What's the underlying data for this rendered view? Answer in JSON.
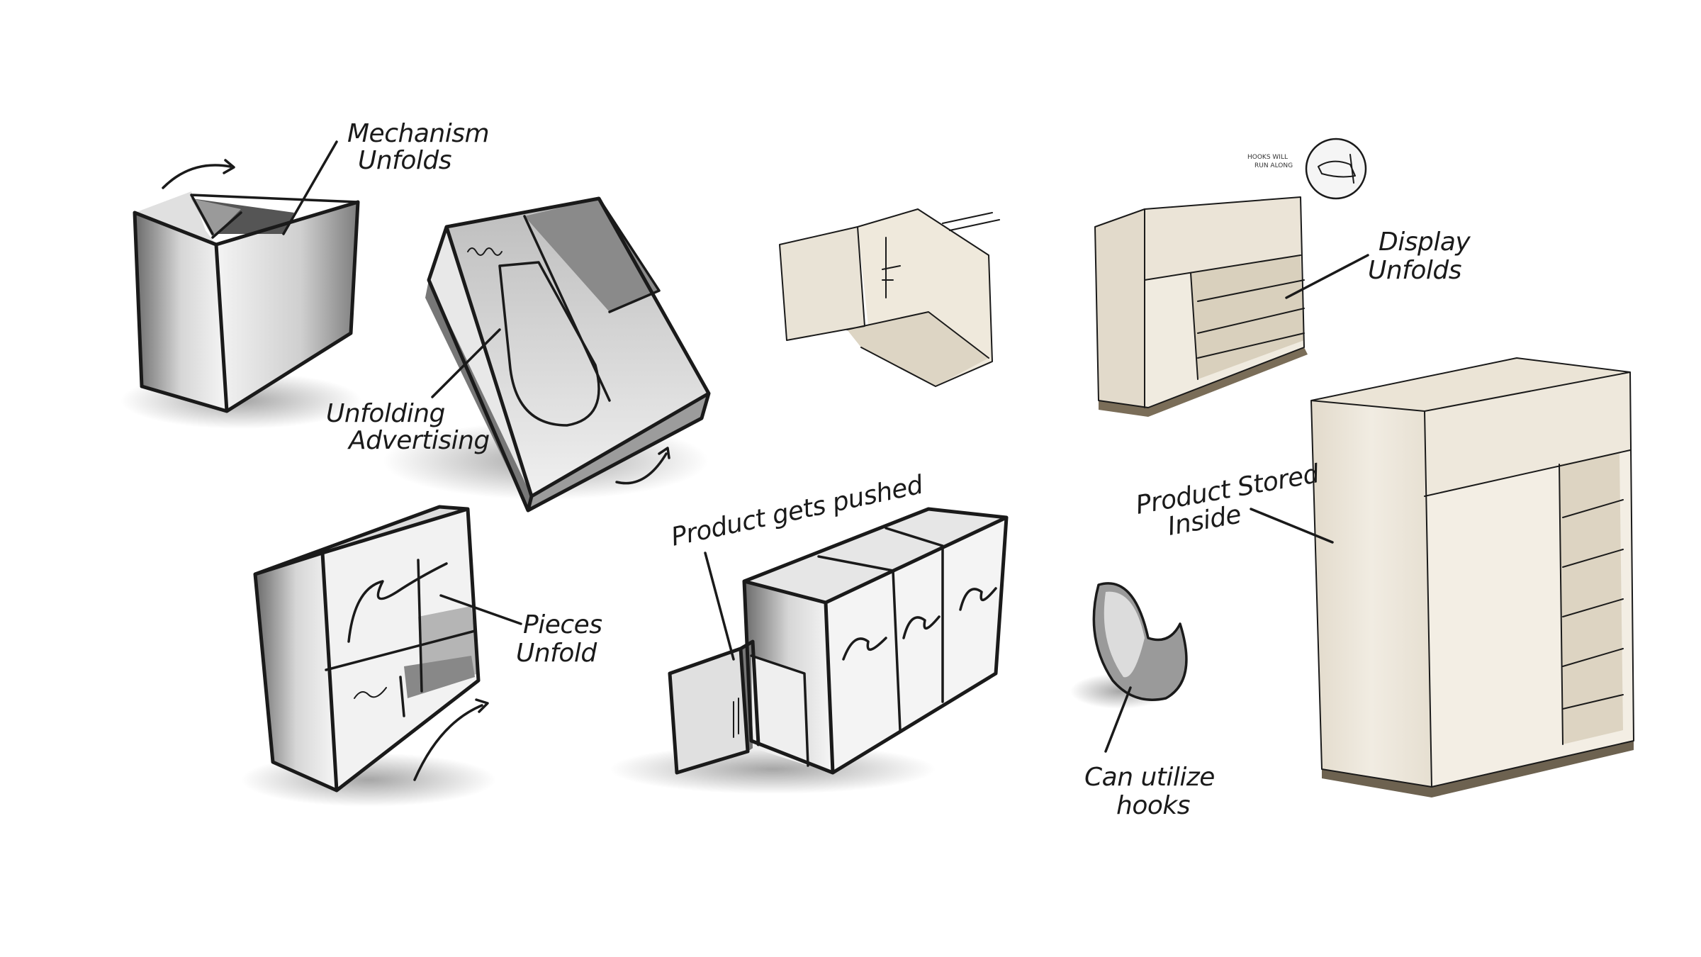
{
  "labels": {
    "mechanism_line1": "Mechanism",
    "mechanism_line2": "Unfolds",
    "advertising_line1": "Unfolding",
    "advertising_line2": "Advertising",
    "pieces_line1": "Pieces",
    "pieces_line2": "Unfold",
    "pushed": "Product gets pushed",
    "display_line1": "Display",
    "display_line2": "Unfolds",
    "stored_line1": "Product Stored",
    "stored_line2": "Inside",
    "hooks_line1": "Can utilize",
    "hooks_line2": "hooks"
  },
  "colors": {
    "ink": "#1a1a1a",
    "grey_shade": "#8a8a8a",
    "beige": "#ece6da",
    "beige_dark": "#d8d0c0"
  }
}
